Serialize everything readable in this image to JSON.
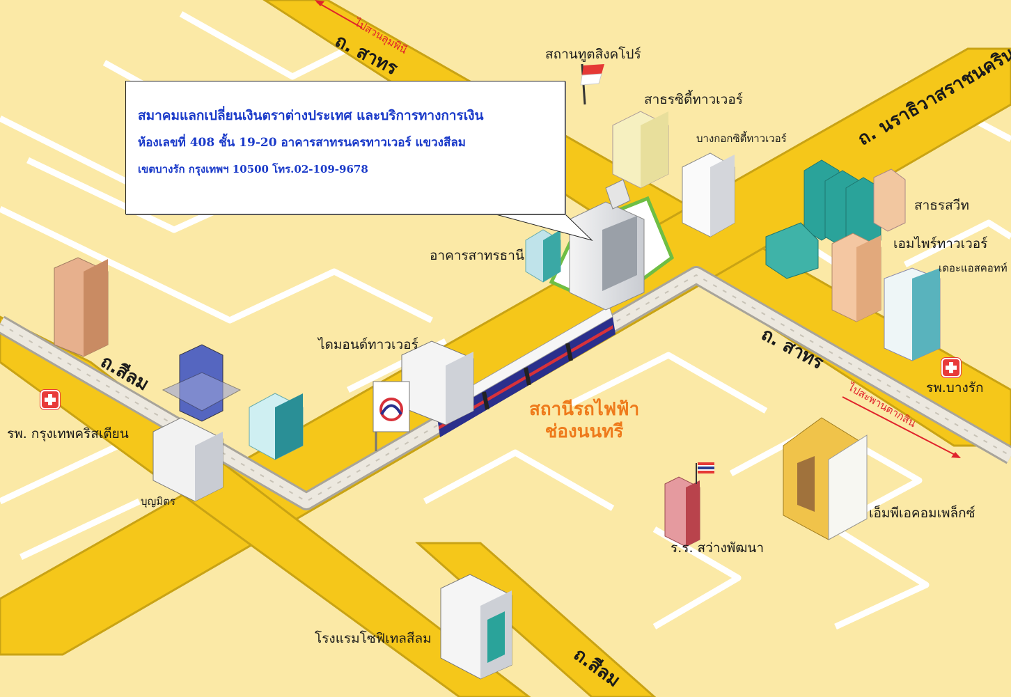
{
  "callout": {
    "line1": "สมาคมแลกเปลี่ยนเงินตราต่างประเทศ และบริการทางการเงิน",
    "line2": "ห้องเลขที่ 408 ชั้น 19-20 อาคารสาทรนครทาวเวอร์ แขวงสีลม",
    "line3": "เขตบางรัก กรุงเทพฯ 10500  โทร.02-109-9678"
  },
  "roads": {
    "sathorn_top": "ถ. สาทร",
    "sathorn_right": "ถ. สาทร",
    "silom_left": "ถ.สีลม",
    "silom_bottom": "ถ.สีลม",
    "narathiwas": "ถ. นราธิวาสราชนครินทร์"
  },
  "hints": {
    "to_lumpini": "ไปสวนลุมพินี",
    "to_taksin": "ไปสะพานตากสิน"
  },
  "station": {
    "line1": "สถานีรถไฟฟ้า",
    "line2": "ช่องนนทรี"
  },
  "landmarks": {
    "singapore_embassy": "สถานทูตสิงคโปร์",
    "sathorn_city_tower": "สาธรซิตี้ทาวเวอร์",
    "bangkok_city_tower": "บางกอกซิตี้ทาวเวอร์",
    "sathorn_square": "สาธรสวีท",
    "empire_tower": "เอมไพร์ทาวเวอร์",
    "the_ascott": "เดอะแอสคอทท์",
    "sathorn_thani": "อาคารสาทรธานี",
    "diamond_tower": "ไดมอนด์ทาวเวอร์",
    "bangrak_hospital": "รพ.บางรัก",
    "christian_hospital": "รพ. กรุงเทพคริสเตียน",
    "boonmitr": "บุญมิตร",
    "mp_complex": "เอ็มพีเอคอมเพล็กซ์",
    "sawang_school": "ร.ร. สว่างพัฒนา",
    "sofitel": "โรงแรมโซฟิเทลสีลม"
  },
  "colors": {
    "land": "#fbe9a6",
    "block_line": "#ffffff",
    "road": "#f5c71a",
    "road_edge": "#c9a314",
    "skytrain_track": "#e8e4dc",
    "station_text": "#ee7a1b",
    "callout_text": "#1a3ac9",
    "hint_text": "#e0232b",
    "highlight": "#6fbe44"
  },
  "icons": [
    "singapore-flag-icon",
    "thai-flag-icon",
    "hospital-icon",
    "bts-logo-icon"
  ]
}
